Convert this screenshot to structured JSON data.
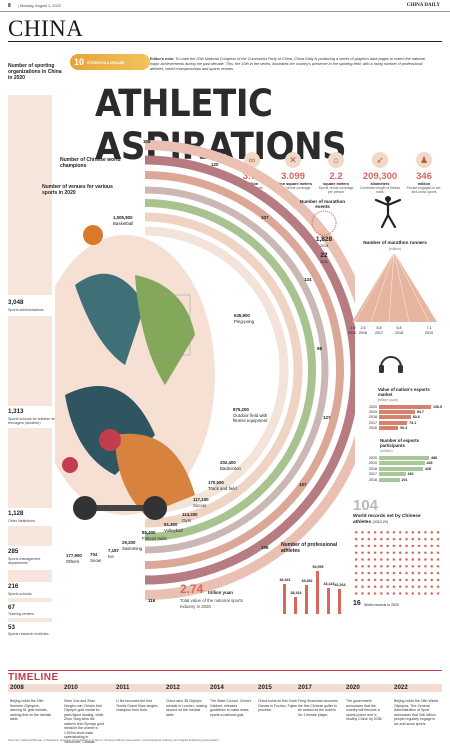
{
  "header": {
    "page": "8",
    "date": "| Monday, August 1, 2022",
    "logo": "CHINA DAILY"
  },
  "section": "CHINA",
  "badge": {
    "num": "10",
    "text": "STRIDES IN A DECADE"
  },
  "editors_note": {
    "label": "Editor's note:",
    "text": "To mark the 20th National Congress of the Communist Party of China, China Daily is producing a series of graphics data pages to match the national major achievements during the past decade. This, the 10th in the series, illustrates the country's presence in the sporting field, with a rising number of professional athletes, world championships and sports venues."
  },
  "title": "ATHLETIC ASPIRATIONS",
  "left_column": {
    "heading": "Number of sporting organizations in China in 2020",
    "items": [
      {
        "value": "3,048",
        "label": "Sports administrations"
      },
      {
        "value": "1,313",
        "label": "Sports schools for children and teenagers (amateur)"
      },
      {
        "value": "1,128",
        "label": "Other institutions"
      },
      {
        "value": "285",
        "label": "Sports management departments"
      },
      {
        "value": "216",
        "label": "Sports schools"
      },
      {
        "value": "67",
        "label": "Training centers"
      },
      {
        "value": "53",
        "label": "Sports research institutes"
      }
    ]
  },
  "stats": [
    {
      "icon": "∞",
      "value": "3.71",
      "unit": "million",
      "desc": "Sports venues"
    },
    {
      "icon": "✕",
      "value": "3.099",
      "unit": "billion square meters",
      "desc": "Sports venue coverage"
    },
    {
      "icon": "⌂",
      "value": "2.2",
      "unit": "square meters",
      "desc": "Sports venue coverage per person"
    },
    {
      "icon": "➶",
      "value": "209,300",
      "unit": "kilometers",
      "desc": "Combined length of fitness trails"
    },
    {
      "icon": "♟",
      "value": "346",
      "unit": "million",
      "desc": "People engaged in ice-and-snow sports"
    }
  ],
  "arc_labels": {
    "champions": "Number of Chinese world champions",
    "venues": "Number of venues for various sports in 2020",
    "ticks": [
      "108",
      "120",
      "107",
      "124",
      "98",
      "127",
      "107",
      "106",
      "116"
    ],
    "venue_values": [
      {
        "v": "1,005,800",
        "l": "Basketball"
      },
      {
        "v": "635,900",
        "l": "Ping-pong"
      },
      {
        "v": "875,200",
        "l": "Outdoor field with fitness equipment"
      },
      {
        "v": "202,400",
        "l": "Badminton"
      },
      {
        "v": "170,500",
        "l": "Track and field"
      },
      {
        "v": "117,100",
        "l": "Soccer"
      },
      {
        "v": "114,400",
        "l": "Gym"
      },
      {
        "v": "91,300",
        "l": "Volleyball"
      },
      {
        "v": "85,400",
        "l": "Fitness trails"
      },
      {
        "v": "29,200",
        "l": "Swimming"
      },
      {
        "v": "7,187",
        "l": "Ice"
      },
      {
        "v": "704",
        "l": "Snow"
      },
      {
        "v": "177,900",
        "l": "Others"
      }
    ],
    "trillion": "2.74",
    "trillion_unit": "trillion yuan",
    "trillion_desc": "Total value of the national sports industry in 2020"
  },
  "marathon": {
    "events_label": "Number of marathon events",
    "v2019": "1,828",
    "y2019": "2019",
    "v2011": "22",
    "y2011": "2011",
    "runners_label": "Number of marathon runners",
    "runners_unit": "(million)",
    "runner_values": [
      "1.6",
      "2.6",
      "5.8",
      "5.8",
      "7.1"
    ],
    "runner_years": [
      "2015",
      "2016",
      "2017",
      "2018",
      "2019"
    ]
  },
  "esports_market": {
    "label": "Value of nation's esports market",
    "unit": "(billion yuan)",
    "rows": [
      {
        "year": "2020",
        "value": "136.5",
        "pct": 1.0
      },
      {
        "year": "2019",
        "value": "94.7",
        "pct": 0.69
      },
      {
        "year": "2018",
        "value": "83.6",
        "pct": 0.61
      },
      {
        "year": "2017",
        "value": "73.1",
        "pct": 0.54
      },
      {
        "year": "2016",
        "value": "50.3",
        "pct": 0.37
      }
    ]
  },
  "esports_players": {
    "label": "Number of esports participants",
    "unit": "(million)",
    "rows": [
      {
        "year": "2020",
        "value": "488",
        "pct": 1.0
      },
      {
        "year": "2019",
        "value": "445",
        "pct": 0.91
      },
      {
        "year": "2018",
        "value": "428",
        "pct": 0.88
      },
      {
        "year": "2017",
        "value": "260",
        "pct": 0.53
      },
      {
        "year": "2016",
        "value": "201",
        "pct": 0.41
      }
    ]
  },
  "athletes": {
    "label": "Number of professional athletes",
    "values": [
      "46,341",
      "38,164",
      "45,452",
      "53,999",
      "43,143",
      "42,264"
    ],
    "pct": [
      0.62,
      0.35,
      0.6,
      0.9,
      0.55,
      0.53
    ]
  },
  "records": {
    "value": "104",
    "label": "World records set by Chinese athletes",
    "range": "(2010-20)",
    "sub_value": "16",
    "sub_label": "World records in 2020"
  },
  "timeline": {
    "heading": "TIMELINE",
    "events": [
      {
        "year": "2008",
        "text": "Beijing holds the 29th Summer Olympics, winning 51 gold medals, ranking first on the medals table."
      },
      {
        "year": "2010",
        "text": "Shen Xue and Zhao Hongbo win China's first Olympic gold medal for pairs figure skating, while Zhou Yang wins the nation's first Olympic gold medal in the women's 1,500m short-track speedskating in Vancouver, Canada."
      },
      {
        "year": "2011",
        "text": "Li Na becomes the first Tennis Grand Slam singles champion from Asia."
      },
      {
        "year": "2012",
        "text": "China wins 38 Olympic medals in London, ranking second on the medals table."
      },
      {
        "year": "2014",
        "text": "The State Council, China's Cabinet, releases guidelines to make mass sports a national goal."
      },
      {
        "year": "2015",
        "text": "China holds its first Youth Games in Fuzhou, Fujian province."
      },
      {
        "year": "2017",
        "text": "Feng Shanshan becomes the first Chinese golfer to be ranked as the world's No 1 female player."
      },
      {
        "year": "2020",
        "text": "The government announces that the country will become a sports power and 'a healthy China' by 2035."
      },
      {
        "year": "2022",
        "text": "Beijing holds the 24th Winter Olympics. The General Administration of Sport announces that 346 million people regularly engage in ice-and-snow sports."
      }
    ]
  },
  "sources": "Sources: National Bureau of Statistics, General Administration of Sport, Chinese Athletic Association, China Esports Industry and Digital Publishing Association"
}
